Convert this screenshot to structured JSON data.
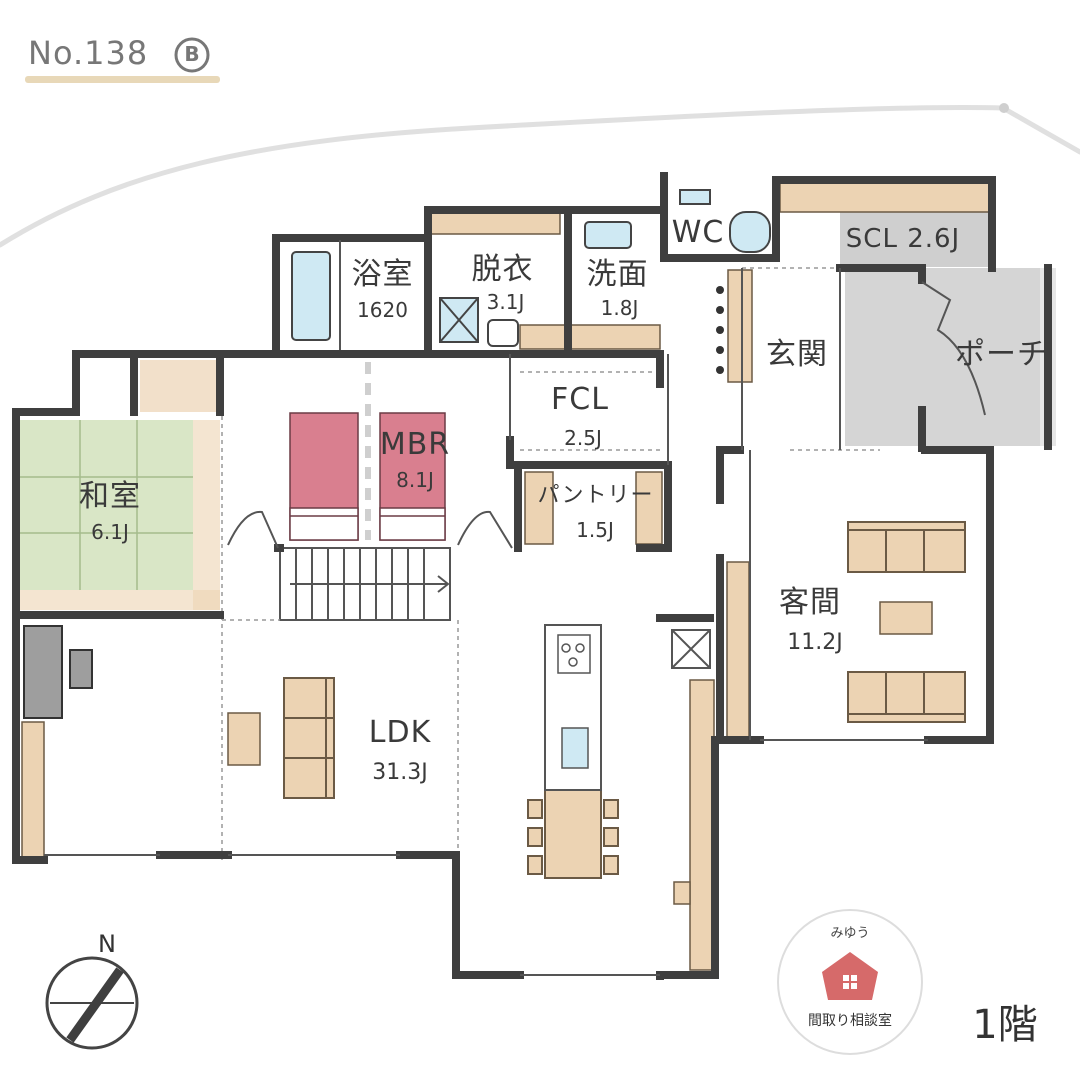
{
  "plan": {
    "number": "No.138",
    "variant": "B",
    "floor": "1階",
    "compass": "N",
    "rooms": {
      "bath": {
        "name": "浴室",
        "area": "1620"
      },
      "dressing": {
        "name": "脱衣",
        "area": "3.1J"
      },
      "washroom": {
        "name": "洗面",
        "area": "1.8J"
      },
      "wc": {
        "name": "WC"
      },
      "scl": {
        "name": "SCL 2.6J"
      },
      "entrance": {
        "name": "玄関"
      },
      "porch": {
        "name": "ポーチ"
      },
      "fcl": {
        "name": "FCL",
        "area": "2.5J"
      },
      "pantry": {
        "name": "パントリー",
        "area": "1.5J"
      },
      "mbr": {
        "name": "MBR",
        "area": "8.1J"
      },
      "washitsu": {
        "name": "和室",
        "area": "6.1J"
      },
      "ldk": {
        "name": "LDK",
        "area": "31.3J"
      },
      "guest": {
        "name": "客間",
        "area": "11.2J"
      }
    }
  },
  "logo": {
    "top": "みゆう",
    "bottom": "間取り相談室",
    "color": "#d66a6a"
  },
  "colors": {
    "wall": "#3f3f3f",
    "wood": "#ecd3b3",
    "tatami": "#d9e6c6",
    "bed": "#d97f8f",
    "water": "#cfe9f3",
    "grey": "#cfcfcf",
    "road": "#e0e0e0",
    "underline": "#e8d8b8"
  }
}
